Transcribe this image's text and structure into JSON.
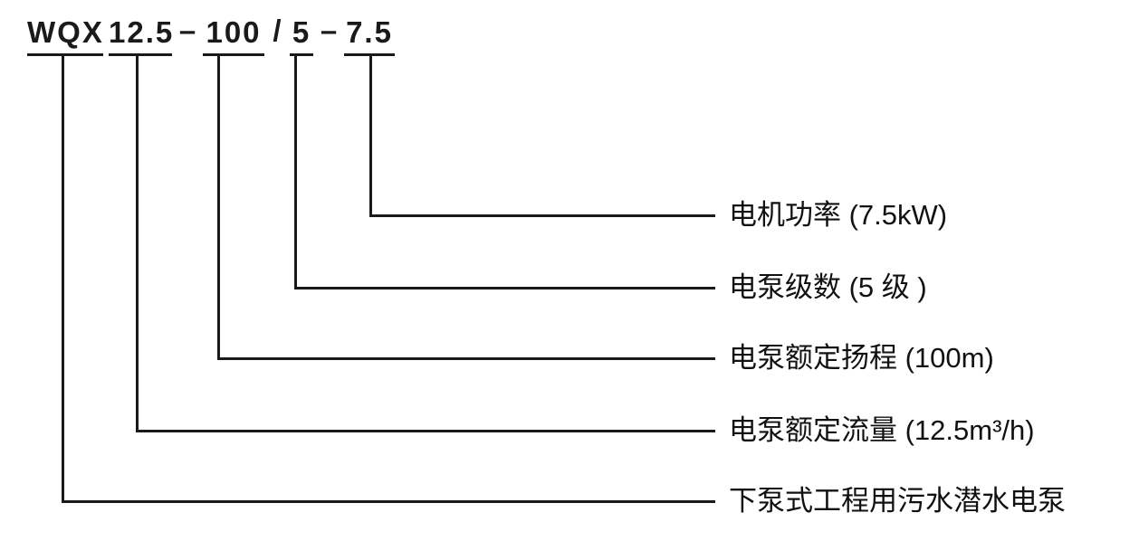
{
  "model": {
    "full": "WQX12.5-100/5-7.5",
    "prefix": "WQX",
    "flow": "12.5",
    "separator1": "–",
    "head": "100",
    "separator2": "/",
    "stages": "5",
    "separator3": "–",
    "power": "7.5"
  },
  "callouts": [
    {
      "id": "motor-power",
      "code": "7.5",
      "label": "电机功率 (7.5kW)"
    },
    {
      "id": "pump-stages",
      "code": "5",
      "label": "电泵级数 (5 级 )"
    },
    {
      "id": "rated-head",
      "code": "100",
      "label": "电泵额定扬程 (100m)"
    },
    {
      "id": "rated-flow",
      "code": "12.5",
      "label": "电泵额定流量 (12.5m³/h)"
    },
    {
      "id": "pump-type",
      "code": "WQX",
      "label": "下泵式工程用污水潜水电泵"
    }
  ],
  "colors": {
    "line": "#1a1a1a",
    "text": "#111111",
    "background": "#ffffff"
  }
}
